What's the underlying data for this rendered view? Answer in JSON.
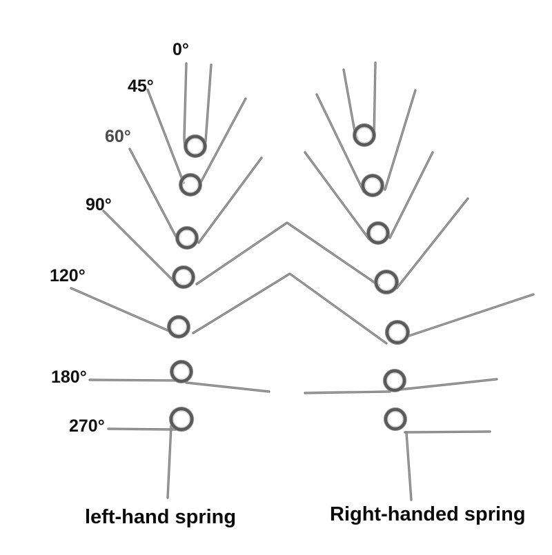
{
  "angles": [
    "0°",
    "45°",
    "60°",
    "90°",
    "120°",
    "180°",
    "270°"
  ],
  "captions": {
    "left": "left-hand spring",
    "right": "Right-handed spring"
  },
  "colors": {
    "wire": "#6e6e6e",
    "wire_highlight": "#bdbdbd",
    "coil_outer": "#5a5a5a",
    "coil_inner": "#d8d8d8",
    "label": "#111111",
    "label_muted": "#4a4a4a",
    "background": "#ffffff"
  }
}
